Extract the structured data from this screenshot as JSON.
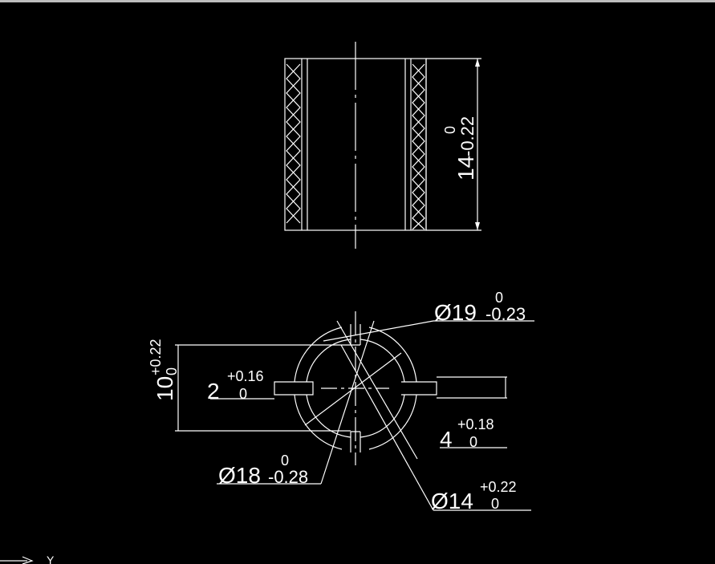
{
  "drawing": {
    "side_view": {
      "height_dim": {
        "nominal": "14",
        "upper": "0",
        "lower": "-0.22"
      }
    },
    "front_view": {
      "outer_diameter": {
        "nominal": "Ø19",
        "upper": "0",
        "lower": "-0.23"
      },
      "mid_diameter": {
        "nominal": "Ø18",
        "upper": "0",
        "lower": "-0.28"
      },
      "inner_diameter": {
        "nominal": "Ø14",
        "upper": "+0.22",
        "lower": "0"
      },
      "height_dim": {
        "nominal": "10",
        "upper": "+0.22",
        "lower": "0"
      },
      "left_slot": {
        "nominal": "2",
        "upper": "+0.16",
        "lower": "0"
      },
      "right_slot": {
        "nominal": "4",
        "upper": "+0.18",
        "lower": "0"
      }
    }
  },
  "ucs": {
    "axis_label": "Y"
  }
}
